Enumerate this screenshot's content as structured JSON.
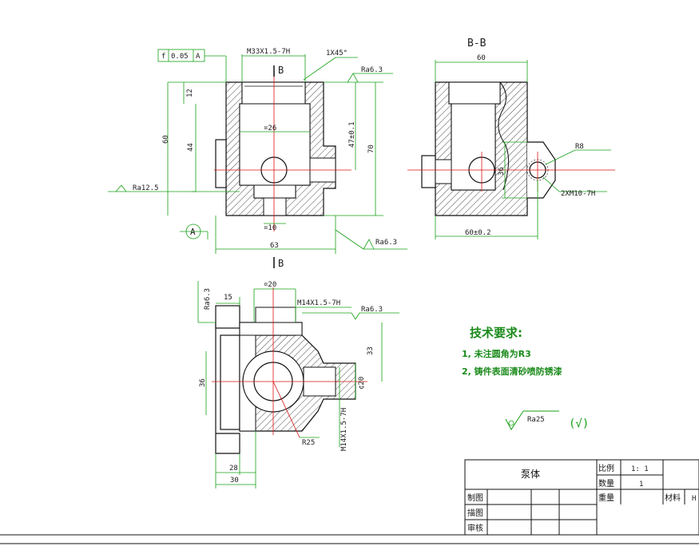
{
  "views": {
    "front": {
      "section_mark": "B",
      "thread_top": "M33X1.5-7H",
      "chamfer": "1X45°",
      "ra_top": "Ra6.3",
      "ra_left": "Ra12.5",
      "ra_bottom": "Ra6.3",
      "dim_12": "12",
      "dim_60": "60",
      "dim_44": "44",
      "dim_47": "47±0.1",
      "dim_70": "70",
      "dim_dia26": "¤26",
      "dim_dia10": "¤10",
      "dim_63": "63",
      "datum": "A",
      "tol_symbol": "f",
      "tol_value": "0.05",
      "tol_datum": "A"
    },
    "section": {
      "title": "B-B",
      "dim_60_top": "60",
      "dim_r8": "R8",
      "dim_36": "36",
      "dim_60_bottom": "60±0.2",
      "thread_holes": "2XM10-7H"
    },
    "top": {
      "ra_left": "Ra6.3",
      "dim_dia20": "¤20",
      "dim_15": "15",
      "thread": "M14X1.5-7H",
      "ra_right": "Ra6.3",
      "dim_36": "36",
      "dim_33": "33",
      "dim_dia20b": "¢20",
      "thread_vertical": "M14X1.5-7H",
      "dim_r25": "R25",
      "dim_28": "28",
      "dim_30": "30"
    }
  },
  "technical_requirements": {
    "title": "技术要求:",
    "items": [
      "1, 未注圆角为R3",
      "2, 铸件表面清砂喷防锈漆"
    ]
  },
  "surface_symbol": {
    "ra": "Ra25",
    "paren": "(√)"
  },
  "title_block": {
    "part_name": "泵体",
    "scale_label": "比例",
    "scale_value": "1: 1",
    "qty_label": "数量",
    "qty_value": "1",
    "weight_label": "重量",
    "material_label": "材料",
    "material_value": "H",
    "drawn_label": "制图",
    "traced_label": "描图",
    "checked_label": "审核"
  }
}
